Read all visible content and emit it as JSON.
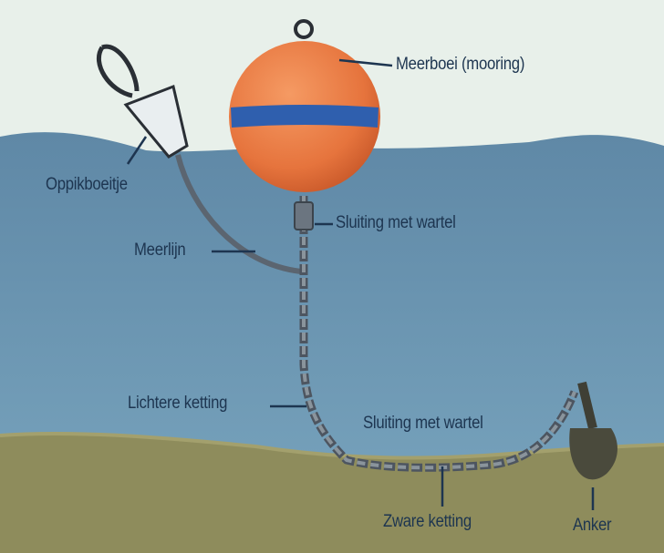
{
  "labels": {
    "mooring_buoy": "Meerboei (mooring)",
    "pickup_buoy": "Oppikboeitje",
    "shackle_swivel_top": "Sluiting met wartel",
    "mooring_line": "Meerlijn",
    "lighter_chain": "Lichtere ketting",
    "shackle_swivel_bottom": "Sluiting met wartel",
    "heavy_chain": "Zware ketting",
    "anchor": "Anker"
  },
  "colors": {
    "sky": "#e8f0ea",
    "water": "#6d93ad",
    "seabed": "#8e8c5c",
    "buoy": "#e8743c",
    "buoy_stripe": "#2f5fae",
    "text": "#1d3550"
  }
}
